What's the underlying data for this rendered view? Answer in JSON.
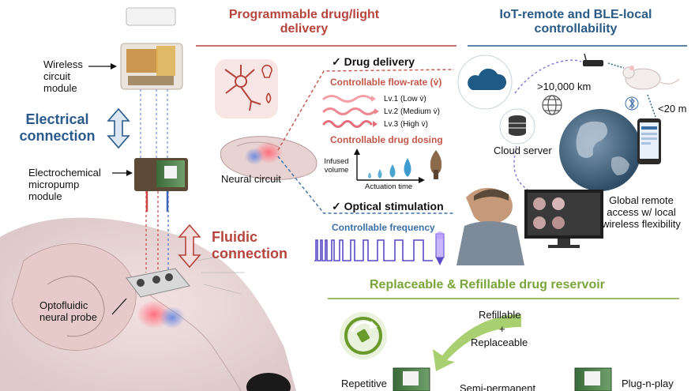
{
  "headings": {
    "drug_light": "Programmable drug/light delivery",
    "iot": "IoT-remote and BLE-local controllability",
    "reservoir": "Replaceable & Refillable drug reservoir"
  },
  "left": {
    "wireless_module": "Wireless circuit module",
    "electrical": "Electrical connection",
    "micropump": "Electrochemical micropump module",
    "fluidic": "Fluidic connection",
    "probe": "Optofluidic neural probe"
  },
  "middle": {
    "neural_circuit": "Neural circuit",
    "drug_delivery": "✓ Drug delivery",
    "flow_rate": "Controllable flow-rate (v̇)",
    "levels": [
      "Lv.1 (Low v̇)",
      "Lv.2 (Medium v̇)",
      "Lv.3 (High v̇)"
    ],
    "dosing": "Controllable drug dosing",
    "infused_volume": "Infused volume",
    "actuation_time": "Actuation time",
    "optical": "✓ Optical stimulation",
    "frequency": "Controllable frequency"
  },
  "right": {
    "distance_far": ">10,000 km",
    "distance_near": "<20 m",
    "cloud_server": "Cloud server",
    "global_access": "Global remote access w/ local wireless flexibility"
  },
  "reservoir": {
    "refillable": "Refillable",
    "plus": "+",
    "replaceable": "Replaceable",
    "repetitive": "Repetitive",
    "semi_permanent": "Semi-permanent",
    "plug_n_play": "Plug-n-play"
  },
  "colors": {
    "red": "#b5443c",
    "blue": "#2a5a86",
    "green": "#7aa53a"
  }
}
